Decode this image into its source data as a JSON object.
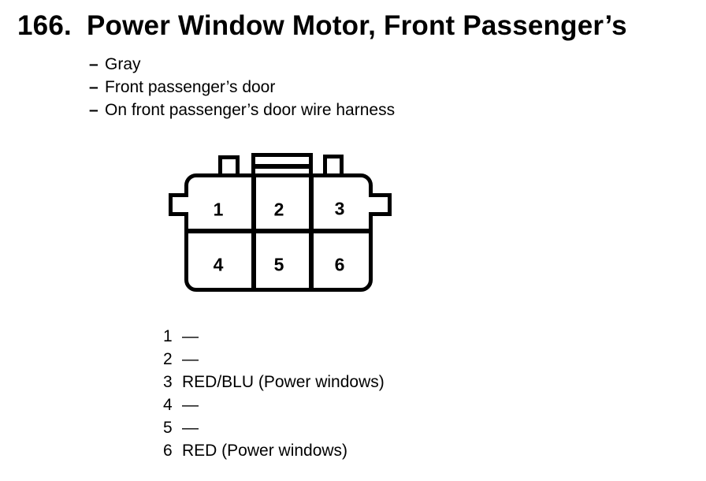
{
  "header": {
    "number": "166.",
    "title": "Power Window Motor, Front Passenger’s"
  },
  "bullet_dash": "–",
  "bullets": [
    "Gray",
    "Front passenger’s door",
    "On front passenger’s door wire harness"
  ],
  "connector": {
    "type": "6-cavity connector, 2 rows of 3, top latch and side wings",
    "cells": [
      "1",
      "2",
      "3",
      "4",
      "5",
      "6"
    ]
  },
  "pins": [
    {
      "number": "1",
      "label": "—"
    },
    {
      "number": "2",
      "label": "—"
    },
    {
      "number": "3",
      "label": "RED/BLU (Power windows)"
    },
    {
      "number": "4",
      "label": "—"
    },
    {
      "number": "5",
      "label": "—"
    },
    {
      "number": "6",
      "label": "RED (Power windows)"
    }
  ],
  "colors": {
    "ink": "#000000",
    "paper": "#ffffff"
  }
}
